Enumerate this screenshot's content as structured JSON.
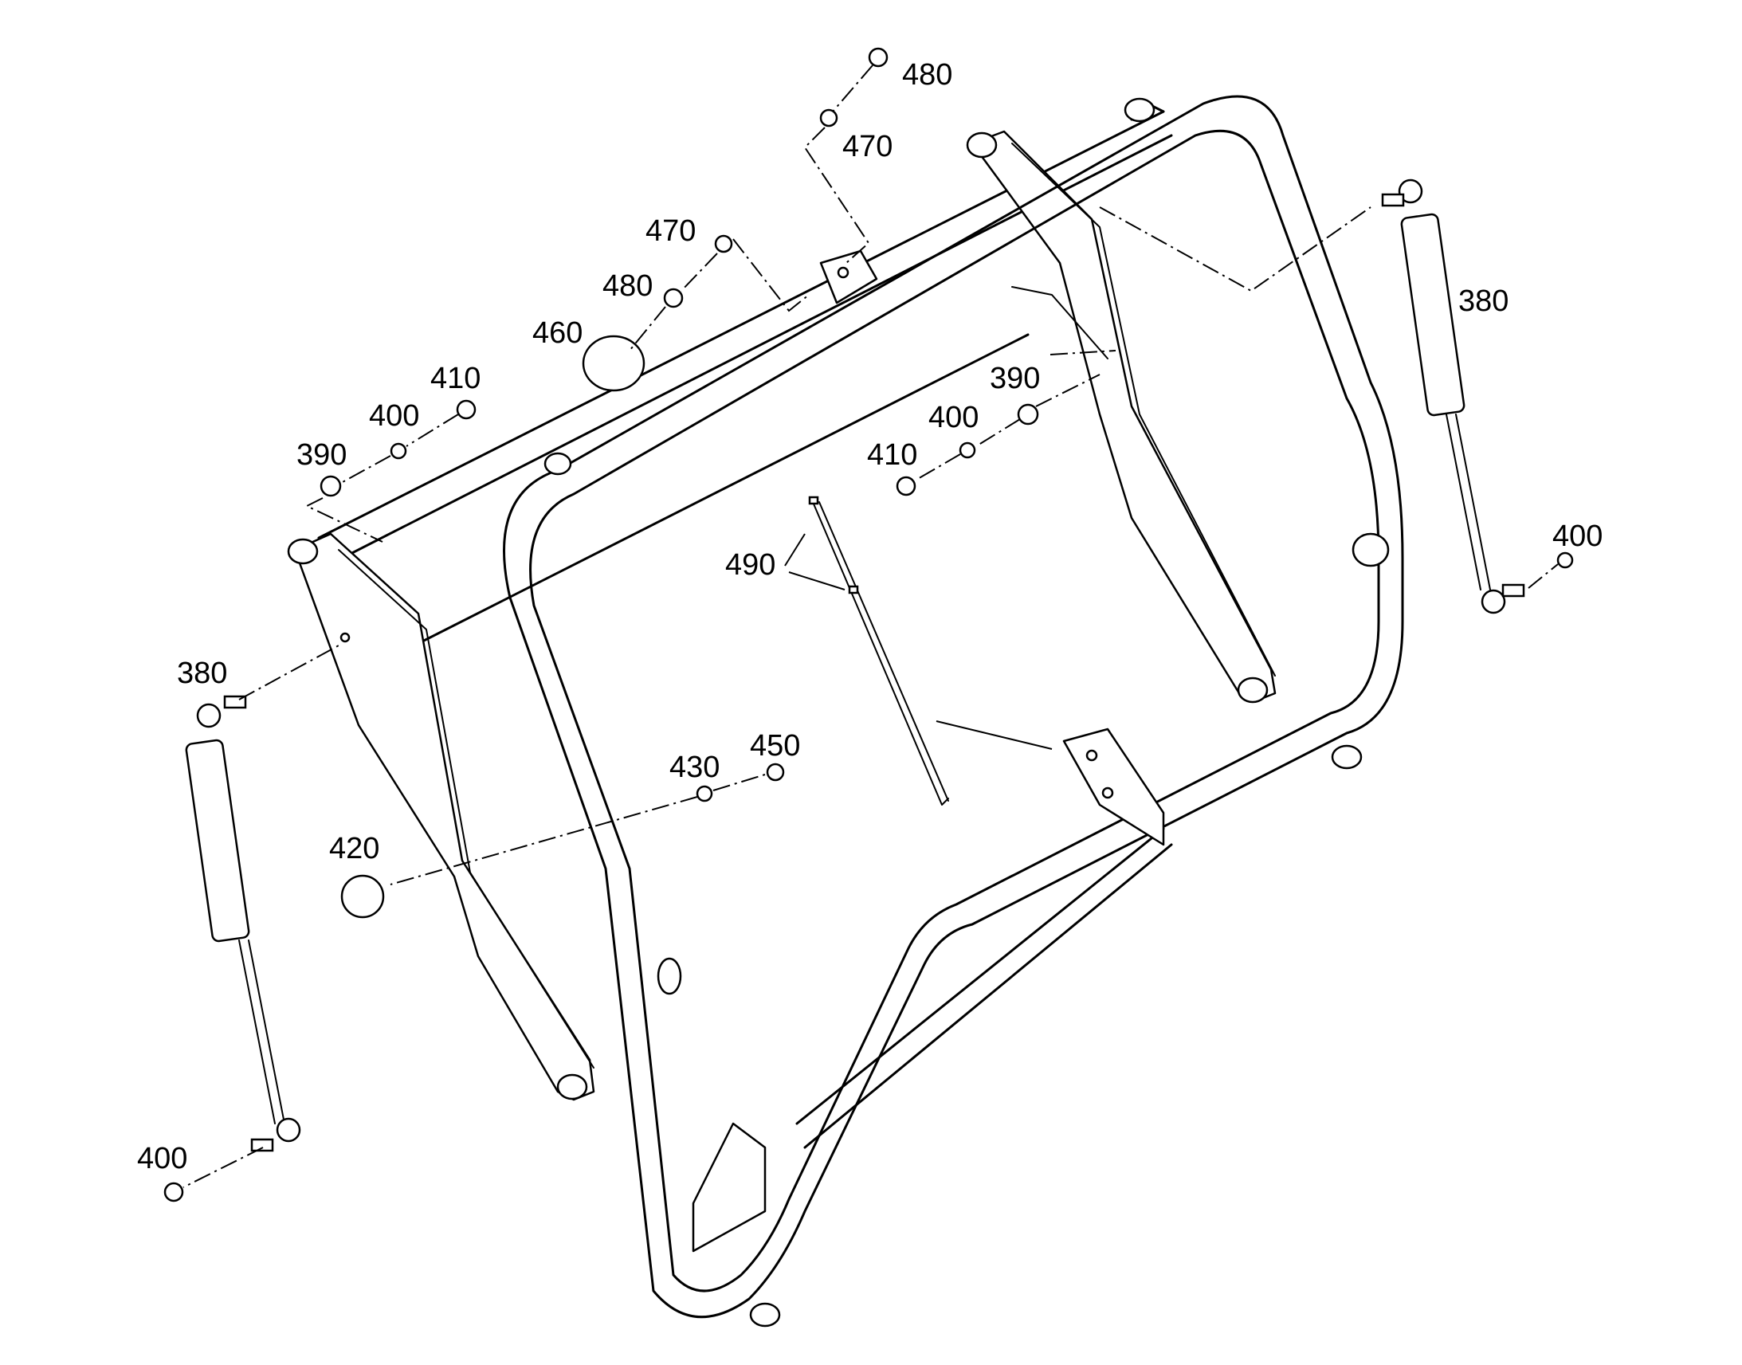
{
  "callouts": [
    {
      "id": "c480a",
      "text": "480"
    },
    {
      "id": "c470a",
      "text": "470"
    },
    {
      "id": "c470b",
      "text": "470"
    },
    {
      "id": "c480b",
      "text": "480"
    },
    {
      "id": "c460",
      "text": "460"
    },
    {
      "id": "c410a",
      "text": "410"
    },
    {
      "id": "c400a",
      "text": "400"
    },
    {
      "id": "c390a",
      "text": "390"
    },
    {
      "id": "c390b",
      "text": "390"
    },
    {
      "id": "c400b",
      "text": "400"
    },
    {
      "id": "c410b",
      "text": "410"
    },
    {
      "id": "c380a",
      "text": "380"
    },
    {
      "id": "c380b",
      "text": "380"
    },
    {
      "id": "c400c",
      "text": "400"
    },
    {
      "id": "c490",
      "text": "490"
    },
    {
      "id": "c430",
      "text": "430"
    },
    {
      "id": "c450",
      "text": "450"
    },
    {
      "id": "c420",
      "text": "420"
    },
    {
      "id": "c400d",
      "text": "400"
    }
  ]
}
